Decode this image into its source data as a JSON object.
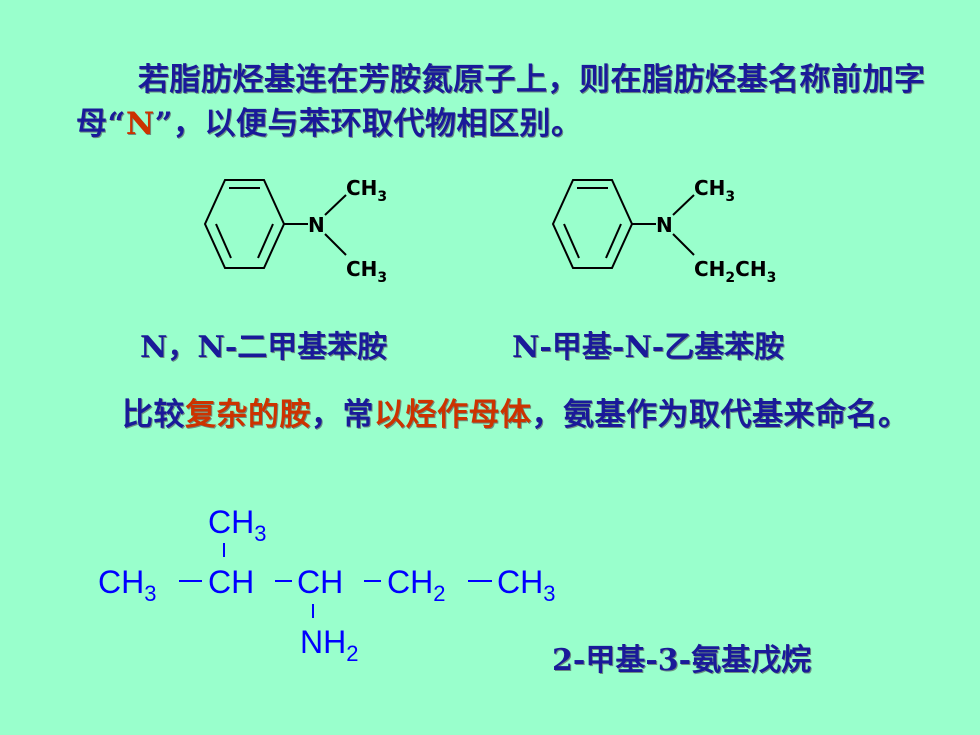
{
  "paragraph1": {
    "before": "若脂肪烃基连在芳胺氮原子上，则在脂肪烃基名称前加字母“",
    "highlight": "N",
    "after": "”，以便与苯环取代物相区别。"
  },
  "structure1": {
    "n_label": "N",
    "top_group": "CH",
    "top_sub": "3",
    "bottom_group": "CH",
    "bottom_sub": "3",
    "caption": "N，N-二甲基苯胺"
  },
  "structure2": {
    "n_label": "N",
    "top_group": "CH",
    "top_sub": "3",
    "bottom_group_1": "CH",
    "bottom_sub_1": "2",
    "bottom_group_2": "CH",
    "bottom_sub_2": "3",
    "caption": "N-甲基-N-乙基苯胺"
  },
  "paragraph2": {
    "p1": "比较",
    "h1": "复杂的胺",
    "p2": "，常",
    "h2": "以烃作母体",
    "p3": "，氨基作为取代基来命名。"
  },
  "formula": {
    "top_ch": "CH",
    "top_sub": "3",
    "c1": "CH",
    "c1_sub": "3",
    "c2": "CH",
    "c3": "CH",
    "c4": "CH",
    "c4_sub": "2",
    "c5": "CH",
    "c5_sub": "3",
    "nh": "NH",
    "nh_sub": "2",
    "name": "2-甲基-3-氨基戊烷"
  },
  "colors": {
    "background": "#99ffcc",
    "text": "#1a1a99",
    "highlight": "#cc3300",
    "formula": "#0000ff"
  }
}
